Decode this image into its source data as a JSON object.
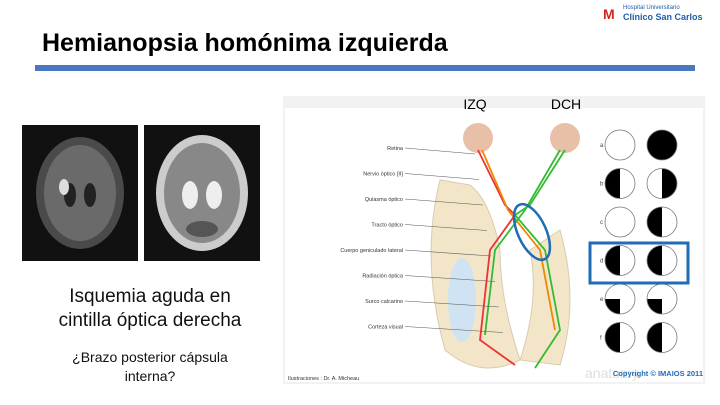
{
  "logo": {
    "line1": "Hospital Universitario",
    "line2": "Clínico San Carlos",
    "mark": "M"
  },
  "title": "Hemianopsia homónima izquierda",
  "caption": {
    "line1": "Isquemia aguda en",
    "line2": "cintilla óptica derecha"
  },
  "question": {
    "line1": "¿Brazo posterior cápsula",
    "line2": "interna?"
  },
  "diagram": {
    "side_left": "IZQ",
    "side_right": "DCH",
    "labels": [
      "Retina",
      "Nervio óptico [II]",
      "Quiasma óptico",
      "Tracto óptico",
      "Cuerpo geniculado lateral",
      "Radiación óptica",
      "Surco calcarino",
      "Corteza visual"
    ],
    "lesion_letters": [
      "a",
      "b",
      "c",
      "d",
      "e",
      "f"
    ],
    "credit": "Ilustraciones : Dr. A. Micheau",
    "watermark": "anatomy",
    "copyright": "Copyright © IMAIOS 2011",
    "highlighted_row": "d",
    "accent": "#1f6db5"
  }
}
